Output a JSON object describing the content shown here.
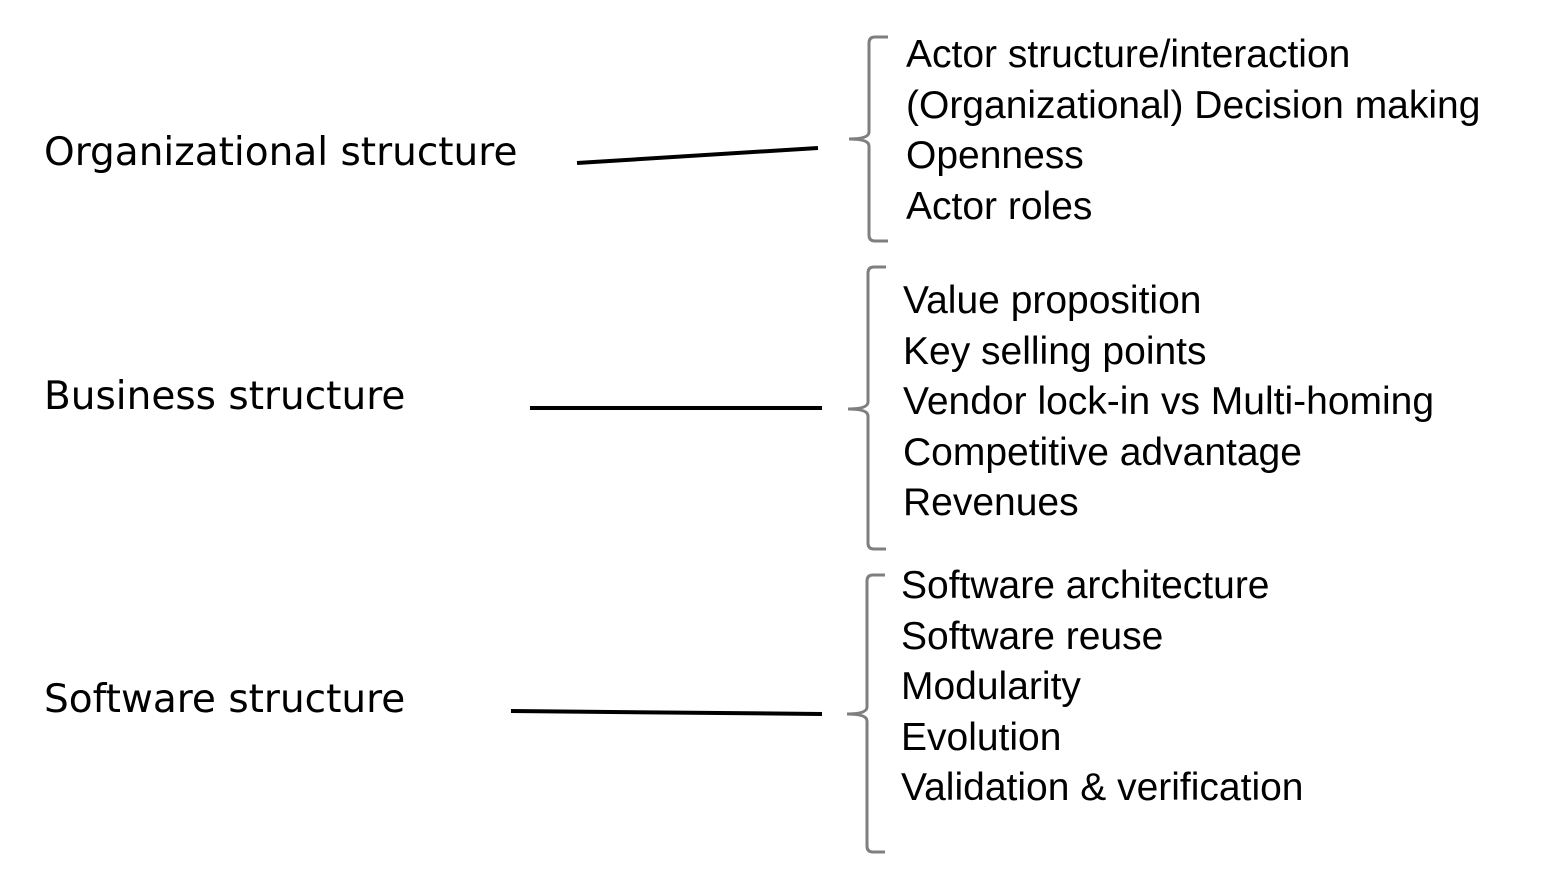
{
  "colors": {
    "connector_line": "#000000",
    "bracket": "#7f7f7f",
    "text": "#000000",
    "background": "#ffffff"
  },
  "groups": [
    {
      "label": "Organizational structure",
      "items": [
        "Actor structure/interaction",
        "(Organizational) Decision making",
        "Openness",
        "Actor roles"
      ]
    },
    {
      "label": "Business structure",
      "items": [
        "Value proposition",
        "Key selling points",
        "Vendor lock-in vs Multi-homing",
        "Competitive advantage",
        "Revenues"
      ]
    },
    {
      "label": "Software structure",
      "items": [
        "Software architecture",
        "Software reuse",
        "Modularity",
        "Evolution",
        "Validation & verification"
      ]
    }
  ]
}
